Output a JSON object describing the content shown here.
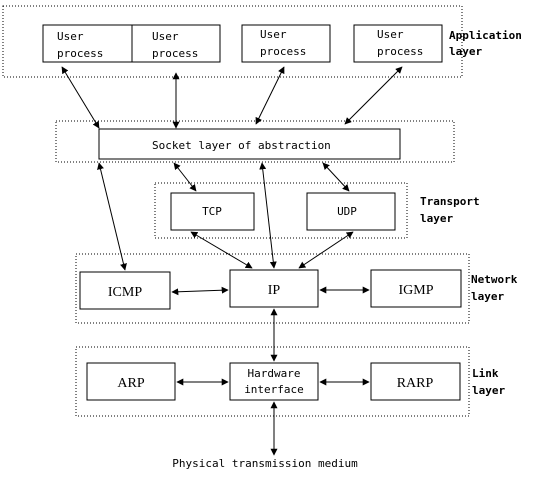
{
  "layers": {
    "application": [
      "Application",
      "layer"
    ],
    "transport": [
      "Transport",
      "layer"
    ],
    "network": [
      "Network",
      "layer"
    ],
    "link": [
      "Link",
      "layer"
    ]
  },
  "nodes": {
    "user_process_1": [
      "User",
      "process"
    ],
    "user_process_2": [
      "User",
      "process"
    ],
    "user_process_3": [
      "User",
      "process"
    ],
    "user_process_4": [
      "User",
      "process"
    ],
    "socket": "Socket layer of abstraction",
    "tcp": "TCP",
    "udp": "UDP",
    "icmp": "ICMP",
    "ip": "IP",
    "igmp": "IGMP",
    "arp": "ARP",
    "hardware": [
      "Hardware",
      "interface"
    ],
    "rarp": "RARP"
  },
  "medium": "Physical transmission medium",
  "edges": [
    {
      "from": "user_process_1",
      "to": "socket",
      "direction": "both"
    },
    {
      "from": "user_process_2",
      "to": "socket",
      "direction": "both"
    },
    {
      "from": "user_process_3",
      "to": "socket",
      "direction": "both"
    },
    {
      "from": "user_process_4",
      "to": "socket",
      "direction": "both"
    },
    {
      "from": "socket",
      "to": "tcp",
      "direction": "both"
    },
    {
      "from": "socket",
      "to": "udp",
      "direction": "both"
    },
    {
      "from": "socket",
      "to": "icmp",
      "direction": "both"
    },
    {
      "from": "socket",
      "to": "ip",
      "direction": "both"
    },
    {
      "from": "tcp",
      "to": "ip",
      "direction": "both"
    },
    {
      "from": "udp",
      "to": "ip",
      "direction": "both"
    },
    {
      "from": "icmp",
      "to": "ip",
      "direction": "both"
    },
    {
      "from": "ip",
      "to": "igmp",
      "direction": "both"
    },
    {
      "from": "ip",
      "to": "hardware",
      "direction": "both"
    },
    {
      "from": "arp",
      "to": "hardware",
      "direction": "both"
    },
    {
      "from": "hardware",
      "to": "rarp",
      "direction": "both"
    },
    {
      "from": "hardware",
      "to": "medium",
      "direction": "both"
    }
  ]
}
